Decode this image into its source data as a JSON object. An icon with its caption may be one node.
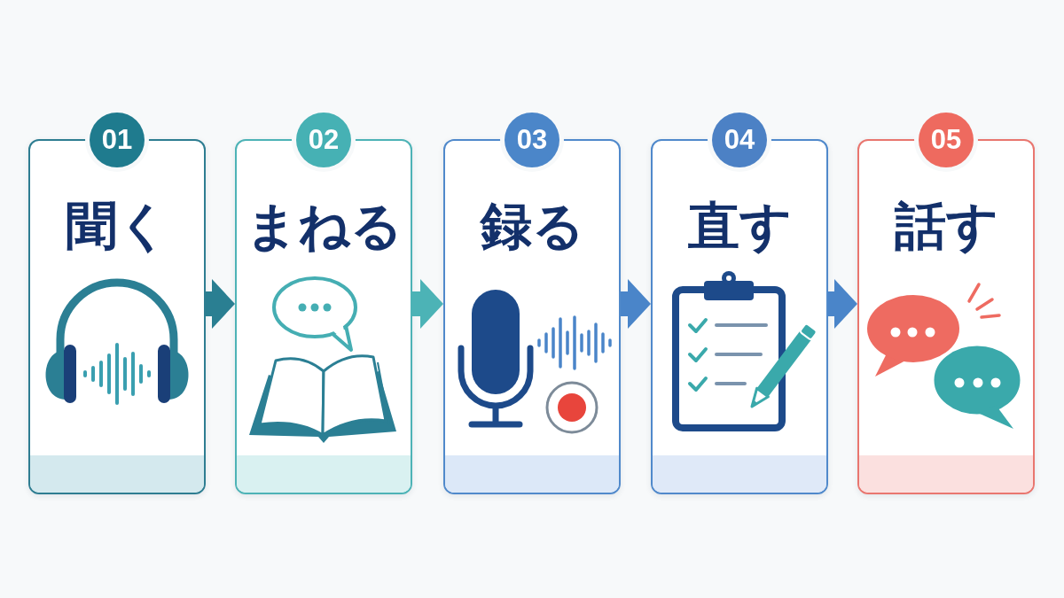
{
  "diagram": {
    "nodes": [
      {
        "text": [
          "01",
          "聞く"
        ]
      },
      {
        "text": [
          "02",
          "まねる"
        ]
      },
      {
        "text": [
          "03",
          "録る"
        ]
      },
      {
        "text": [
          "04",
          "直す"
        ]
      },
      {
        "text": [
          "05",
          "話す"
        ]
      }
    ],
    "edges": [
      {
        "from": 0,
        "to": 1,
        "arrow": "to",
        "color": "#2a7f92"
      },
      {
        "from": 1,
        "to": 2,
        "arrow": "to",
        "color": "#4cb3b6"
      },
      {
        "from": 2,
        "to": 3,
        "arrow": "to"
      },
      {
        "from": 3,
        "to": 4,
        "arrow": "to"
      }
    ]
  }
}
